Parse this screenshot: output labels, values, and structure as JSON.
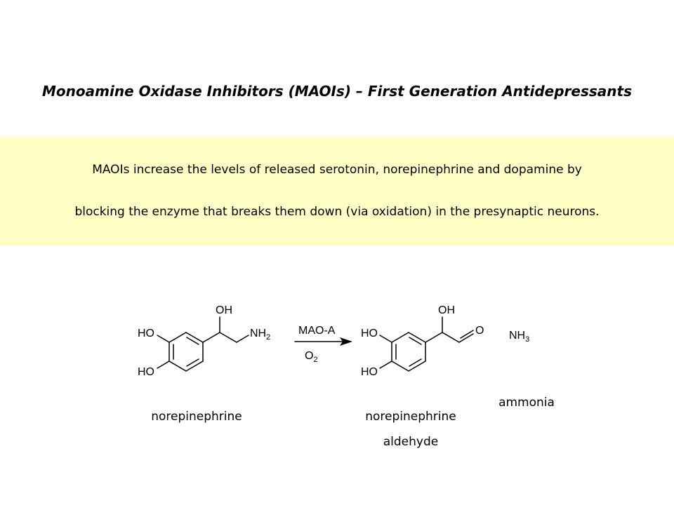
{
  "slide": {
    "title": "Monoamine Oxidase Inhibitors (MAOIs) – First Generation Antidepressants",
    "info_lines": [
      "MAOIs increase the levels of released serotonin, norepinephrine and dopamine by",
      "blocking the enzyme that breaks them down (via oxidation) in the presynaptic neurons."
    ],
    "band_color": "#FFFFC6"
  },
  "reaction": {
    "reactant": {
      "caption": "norepinephrine",
      "atoms": {
        "ho_top": "HO",
        "ho_bottom": "HO",
        "oh": "OH",
        "nh": "NH",
        "nh_sub": "2"
      }
    },
    "arrow": {
      "reagent_top": "MAO-A",
      "reagent_bottom_main": "O",
      "reagent_bottom_sub": "2"
    },
    "product": {
      "caption_line1": "norepinephrine",
      "caption_line2": "aldehyde",
      "atoms": {
        "ho_top": "HO",
        "ho_bottom": "HO",
        "oh": "OH",
        "o": "O"
      }
    },
    "byproduct": {
      "caption": "ammonia",
      "formula_main": "NH",
      "formula_sub": "3"
    }
  }
}
